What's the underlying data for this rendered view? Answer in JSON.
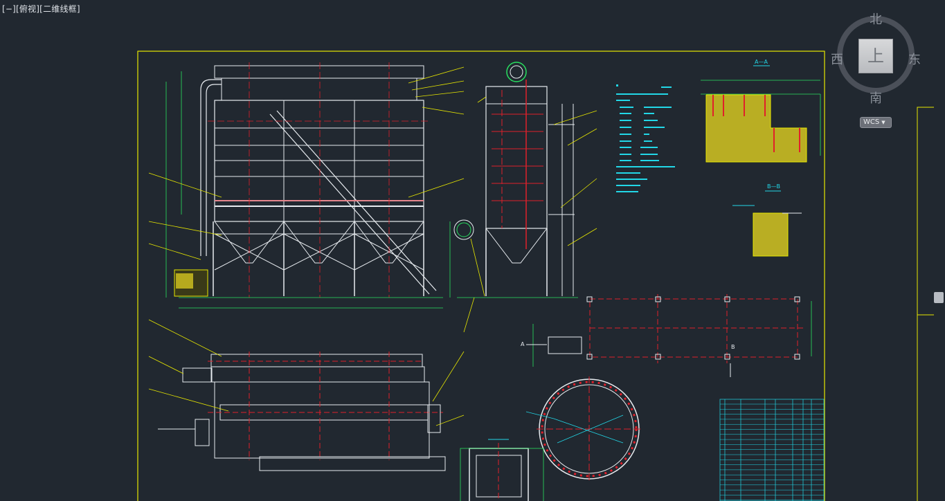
{
  "viewport": {
    "label": "[−][俯视][二维线框]"
  },
  "viewcube": {
    "north": "北",
    "south": "南",
    "west": "西",
    "east": "东",
    "face": "上",
    "ucs_label": "WCS",
    "ucs_dropdown_icon": "chevron-down-icon"
  },
  "drawing": {
    "section_label_a": "A—A",
    "section_label_b": "B—B",
    "label_a": "A",
    "label_b": "B"
  },
  "colors": {
    "background": "#212830",
    "frame": "#e8e800",
    "lines_white": "#e8ecf0",
    "lines_red": "#e0202a",
    "lines_cyan": "#22d8e8",
    "lines_green": "#28e060",
    "hatch_yellow": "#e0d020"
  }
}
